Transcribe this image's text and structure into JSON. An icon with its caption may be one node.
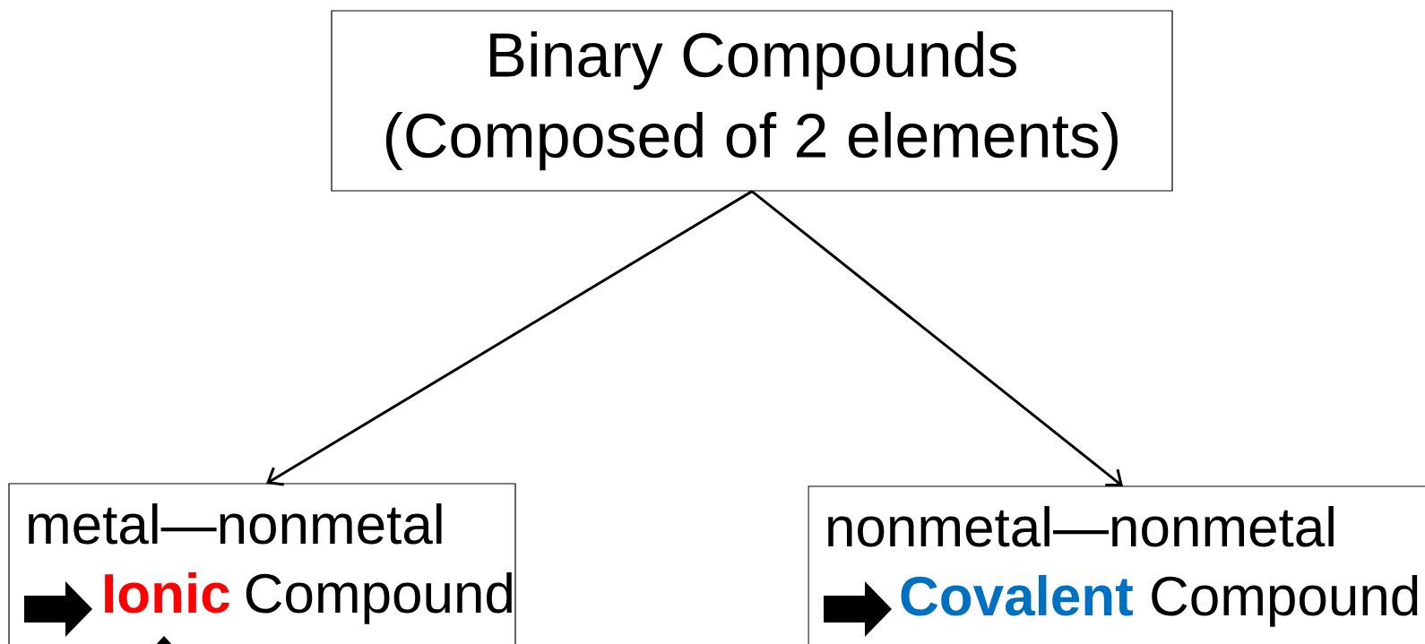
{
  "diagram": {
    "nodes": [
      {
        "text": [
          "Binary Compounds",
          "(Composed of 2 elements)"
        ]
      },
      {
        "text": [
          "metal—nonmetal",
          "**Ionic** Compound"
        ]
      },
      {
        "text": [
          "nonmetal—nonmetal",
          "**Covalent** Compound"
        ]
      }
    ],
    "edges": [
      {
        "from": 0,
        "to": 1,
        "arrow": "to"
      },
      {
        "from": 0,
        "to": 2,
        "arrow": "to"
      }
    ]
  }
}
